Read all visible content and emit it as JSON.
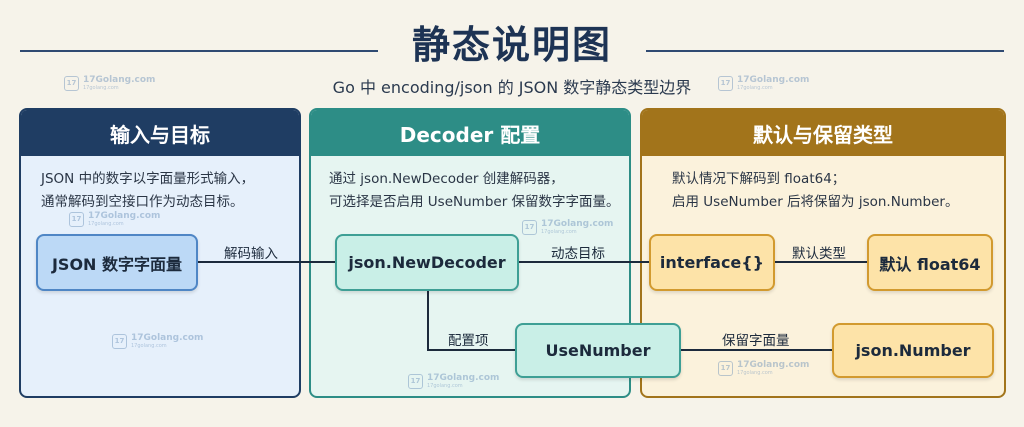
{
  "header": {
    "title": "静态说明图",
    "subtitle": "Go 中 encoding/json 的 JSON 数字静态类型边界"
  },
  "watermark": {
    "text": "17Golang.com",
    "logo": "17",
    "sub": "17golang.com"
  },
  "panels": [
    {
      "title": "输入与目标",
      "desc": [
        "JSON 中的数字以字面量形式输入，",
        "通常解码到空接口作为动态目标。"
      ]
    },
    {
      "title": "Decoder 配置",
      "desc": [
        "通过 json.NewDecoder 创建解码器，",
        "可选择是否启用 UseNumber 保留数字字面量。"
      ]
    },
    {
      "title": "默认与保留类型",
      "desc": [
        "默认情况下解码到 float64；",
        "启用 UseNumber 后将保留为 json.Number。"
      ]
    }
  ],
  "nodes": {
    "json_literal": "JSON 数字字面量",
    "new_decoder": "json.NewDecoder",
    "use_number": "UseNumber",
    "interface": "interface{}",
    "default_float": "默认 float64",
    "json_number": "json.Number"
  },
  "edges": {
    "decode_input": "解码输入",
    "dynamic_target": "动态目标",
    "config_item": "配置项",
    "default_type": "默认类型",
    "keep_literal": "保留字面量"
  },
  "colors": {
    "panel1": "#1f3d63",
    "panel2": "#2d8d86",
    "panel3": "#a2741b",
    "node_blue": "#bcd9f6",
    "node_teal": "#c9efe7",
    "node_gold": "#fde3a8"
  }
}
